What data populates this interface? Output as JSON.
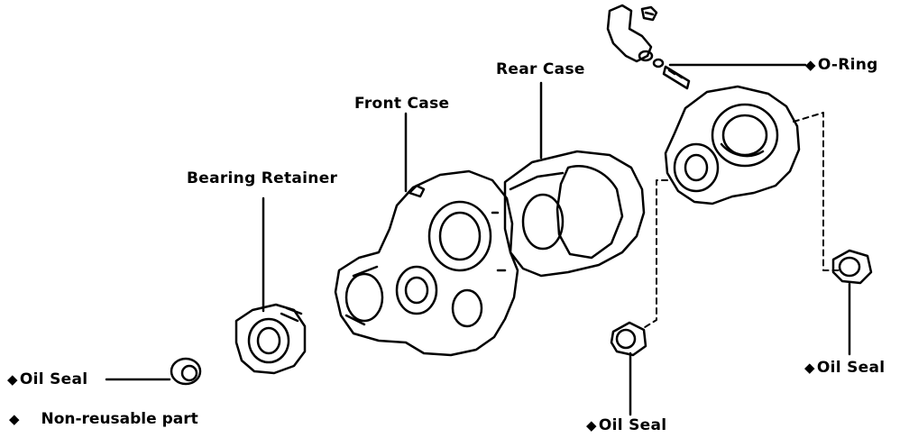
{
  "labels": {
    "rear_case": "Rear Case",
    "front_case": "Front Case",
    "bearing_retainer": "Bearing Retainer",
    "o_ring": "O-Ring",
    "oil_seal_left": "Oil Seal",
    "oil_seal_bottom": "Oil Seal",
    "oil_seal_right": "Oil Seal"
  },
  "marker": "◆",
  "legend": {
    "symbol": "◆",
    "text": "Non-reusable part"
  }
}
